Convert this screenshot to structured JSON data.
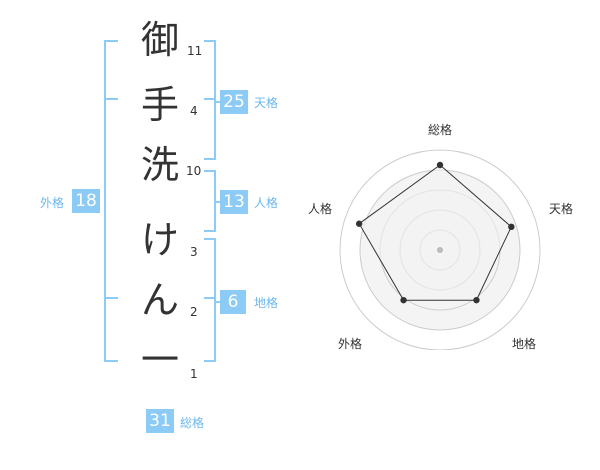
{
  "name": {
    "chars": [
      "御",
      "手",
      "洗",
      "け",
      "ん",
      "一"
    ],
    "strokes": [
      "11",
      "4",
      "10",
      "3",
      "2",
      "1"
    ]
  },
  "kaku": {
    "tenkaku": {
      "value": "25",
      "label": "天格"
    },
    "jinkaku": {
      "value": "13",
      "label": "人格"
    },
    "chikaku": {
      "value": "6",
      "label": "地格"
    },
    "gaikaku": {
      "value": "18",
      "label": "外格"
    },
    "soukaku": {
      "value": "31",
      "label": "総格"
    }
  },
  "radar": {
    "axes": [
      "総格",
      "天格",
      "地格",
      "外格",
      "人格"
    ],
    "values": [
      0.85,
      0.75,
      0.62,
      0.62,
      0.85
    ],
    "colors": {
      "fill": "#f2f2f2",
      "stroke": "#333333",
      "ring": "#cccccc",
      "center": "#bbbbbb"
    }
  },
  "colors": {
    "accent": "#8ccbf5",
    "accent_text": "#6cb8ec",
    "text": "#333333"
  }
}
